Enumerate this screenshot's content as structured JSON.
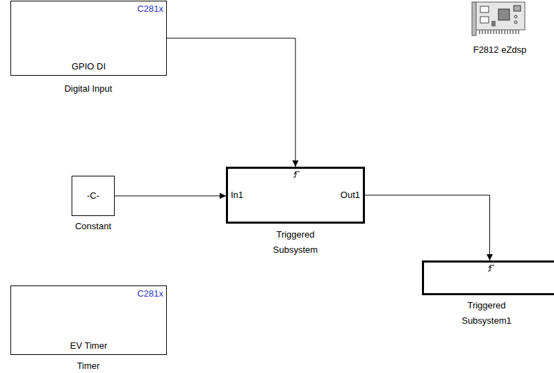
{
  "diagram": {
    "nodes": [
      {
        "text": [
          "C281x",
          "GPIO DI",
          "Digital Input"
        ]
      },
      {
        "text": [
          "F2812 eZdsp"
        ]
      },
      {
        "text": [
          "-C-",
          "Constant"
        ]
      },
      {
        "text": [
          "In1",
          "Out1",
          "Triggered Subsystem"
        ]
      },
      {
        "text": [
          "C281x",
          "EV Timer",
          "Timer"
        ]
      },
      {
        "text": [
          "Triggered Subsystem1"
        ]
      }
    ],
    "edges": [
      {
        "from": 0,
        "to": 3,
        "arrow": "to"
      },
      {
        "from": 2,
        "to": 3,
        "arrow": "to"
      },
      {
        "from": 3,
        "to": 5,
        "arrow": "to"
      }
    ]
  }
}
